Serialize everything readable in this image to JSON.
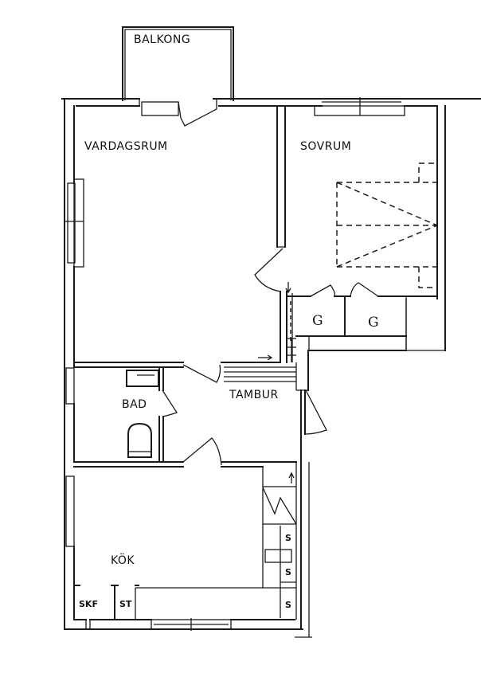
{
  "floorplan": {
    "rooms": {
      "balcony": "BALKONG",
      "living_room": "VARDAGSRUM",
      "bedroom": "SOVRUM",
      "bathroom": "BAD",
      "hall": "TAMBUR",
      "kitchen": "KÖK"
    },
    "fixtures": {
      "wardrobe_1": "G",
      "wardrobe_2": "G",
      "kitchen_cabinet": "SKF",
      "storage": "ST",
      "counter_1": "S",
      "counter_2": "S",
      "counter_3": "S"
    },
    "colors": {
      "line": "#1a1a1a",
      "background": "#ffffff"
    }
  }
}
